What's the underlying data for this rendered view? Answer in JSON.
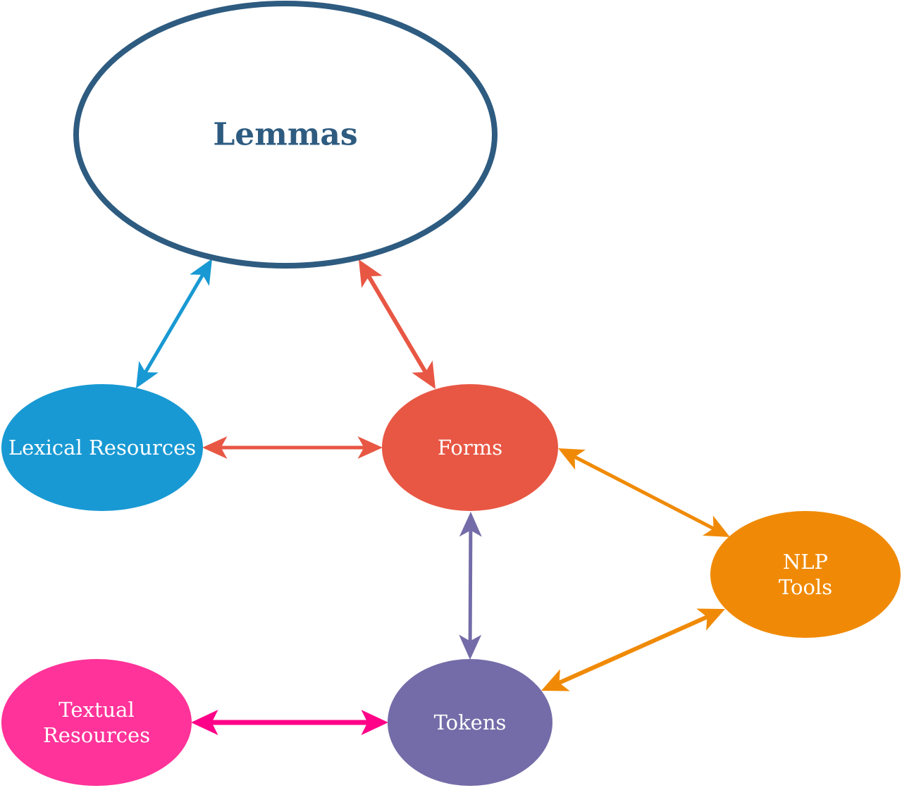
{
  "colors": {
    "lemmas": "#2e5b80",
    "lexical_resources": "#1899d3",
    "forms": "#e85744",
    "nlp_tools": "#f08a06",
    "tokens": "#746ca8",
    "textual_resources": "#ff3399",
    "textual_tokens_arrow": "#ff0088",
    "background": "#ffffff"
  },
  "nodes": [
    {
      "id": "lemmas",
      "name": "lemmas-node",
      "lines": [
        "Lemmas"
      ],
      "style": "outline",
      "color": "#2e5b80"
    },
    {
      "id": "lexical_resources",
      "name": "lexical-resources-node",
      "lines": [
        "Lexical Resources"
      ],
      "style": "filled",
      "color": "#1899d3"
    },
    {
      "id": "forms",
      "name": "forms-node",
      "lines": [
        "Forms"
      ],
      "style": "filled",
      "color": "#e85744"
    },
    {
      "id": "nlp_tools",
      "name": "nlp-tools-node",
      "lines": [
        "NLP",
        "Tools"
      ],
      "style": "filled",
      "color": "#f08a06"
    },
    {
      "id": "textual_resources",
      "name": "textual-resources-node",
      "lines": [
        "Textual",
        "Resources"
      ],
      "style": "filled",
      "color": "#ff3399"
    },
    {
      "id": "tokens",
      "name": "tokens-node",
      "lines": [
        "Tokens"
      ],
      "style": "filled",
      "color": "#746ca8"
    }
  ],
  "edges": [
    {
      "id": "lemmas-lexical",
      "from": "lemmas",
      "to": "lexical_resources",
      "bidirectional": true,
      "color": "#1899d3"
    },
    {
      "id": "lemmas-forms",
      "from": "lemmas",
      "to": "forms",
      "bidirectional": true,
      "color": "#e85744"
    },
    {
      "id": "lexical-forms",
      "from": "lexical_resources",
      "to": "forms",
      "bidirectional": true,
      "color": "#e85744"
    },
    {
      "id": "forms-nlp",
      "from": "forms",
      "to": "nlp_tools",
      "bidirectional": true,
      "color": "#f08a06"
    },
    {
      "id": "forms-tokens",
      "from": "forms",
      "to": "tokens",
      "bidirectional": true,
      "color": "#746ca8"
    },
    {
      "id": "tokens-nlp",
      "from": "tokens",
      "to": "nlp_tools",
      "bidirectional": true,
      "color": "#f08a06"
    },
    {
      "id": "textual-tokens",
      "from": "textual_resources",
      "to": "tokens",
      "bidirectional": true,
      "color": "#ff0088"
    }
  ]
}
